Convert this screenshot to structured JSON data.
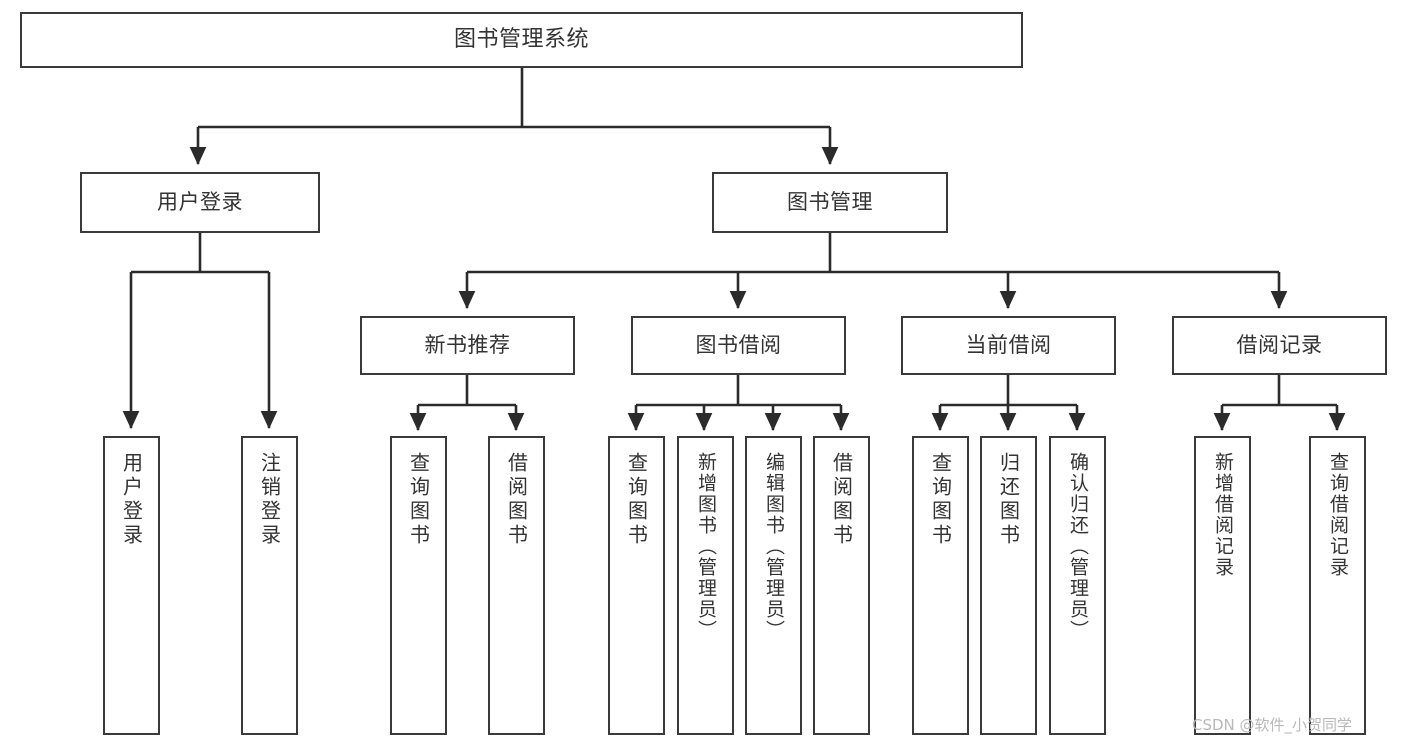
{
  "diagram": {
    "title": "图书管理系统",
    "type": "tree",
    "watermark": "CSDN @软件_小贺同学",
    "colors": {
      "border": "#3a3a3a",
      "text": "#333333",
      "background": "#ffffff",
      "edge": "#2b2b2b",
      "watermark": "#b9b9b9"
    },
    "root": {
      "label": "图书管理系统"
    },
    "level1": [
      {
        "label": "用户登录"
      },
      {
        "label": "图书管理"
      }
    ],
    "level2": [
      {
        "label": "新书推荐"
      },
      {
        "label": "图书借阅"
      },
      {
        "label": "当前借阅"
      },
      {
        "label": "借阅记录"
      }
    ],
    "leaves": {
      "user_login": [
        {
          "label": "用户登录"
        },
        {
          "label": "注销登录"
        }
      ],
      "new_book_recommend": [
        {
          "label": "查询图书"
        },
        {
          "label": "借阅图书"
        }
      ],
      "book_borrow": [
        {
          "label": "查询图书"
        },
        {
          "label": "新增图书（管理员）"
        },
        {
          "label": "编辑图书（管理员）"
        },
        {
          "label": "借阅图书"
        }
      ],
      "current_borrow": [
        {
          "label": "查询图书"
        },
        {
          "label": "归还图书"
        },
        {
          "label": "确认归还（管理员）"
        }
      ],
      "borrow_record": [
        {
          "label": "新增借阅记录"
        },
        {
          "label": "查询借阅记录"
        }
      ]
    }
  }
}
